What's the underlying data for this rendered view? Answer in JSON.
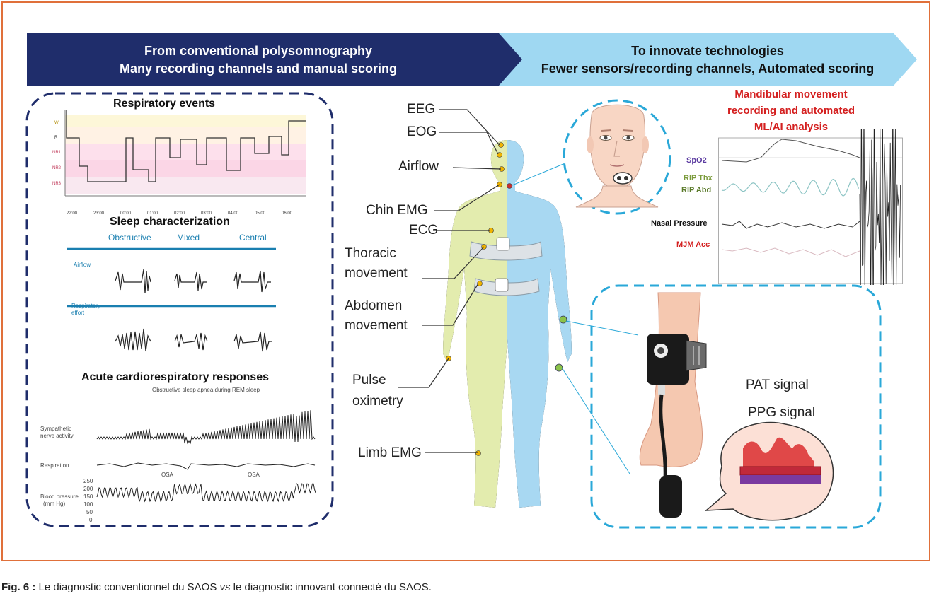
{
  "banner_left": {
    "line1": "From conventional polysomnography",
    "line2": "Many recording channels and manual scoring"
  },
  "banner_right": {
    "line1": "To innovate technologies",
    "line2": "Fewer sensors/recording channels, Automated scoring"
  },
  "left_panel": {
    "respiratory_title": "Respiratory  events",
    "resp_y_labels": [
      "W",
      "R",
      "NR1",
      "NR2",
      "NR3"
    ],
    "resp_x_ticks": [
      "22:00",
      "23:00",
      "00:00",
      "01:00",
      "02:00",
      "03:00",
      "04:00",
      "05:00",
      "06:00"
    ],
    "sleep_title": "Sleep characterization",
    "sleep_columns": [
      "Obstructive",
      "Mixed",
      "Central"
    ],
    "airflow_label": "Airflow",
    "effort_label_1": "Respiratory",
    "effort_label_2": "effort",
    "acute_title": "Acute cardiorespiratory  responses",
    "acute_subtitle": "Obstructive sleep apnea during REM sleep",
    "sympathetic_1": "Sympathetic",
    "sympathetic_2": "nerve activity",
    "respiration_label": "Respiration",
    "osa_1": "OSA",
    "osa_2": "OSA",
    "bp_1": "Blood pressure",
    "bp_2": "(mm Hg)",
    "bp_ticks": [
      "250",
      "200",
      "150",
      "100",
      "50",
      "0"
    ]
  },
  "body_labels": {
    "eeg": "EEG",
    "eog": "EOG",
    "airflow": "Airflow",
    "chin_emg": "Chin EMG",
    "ecg": "ECG",
    "thoracic_1": "Thoracic",
    "thoracic_2": "movement",
    "abdomen_1": "Abdomen",
    "abdomen_2": "movement",
    "pulse_1": "Pulse",
    "pulse_2": "oximetry",
    "limb_emg": "Limb EMG"
  },
  "right_top": {
    "title_1": "Mandibular  movement",
    "title_2": "recording and automated",
    "title_3": "ML/AI analysis",
    "spo2": "SpO2",
    "rip_thx": "RIP Thx",
    "rip_abd": "RIP Abd",
    "nasal": "Nasal Pressure",
    "mjm": "MJM Acc"
  },
  "right_bottom": {
    "pat": "PAT signal",
    "ppg": "PPG signal"
  },
  "caption": {
    "bold": "Fig. 6 :",
    "text": " Le diagnostic conventionnel du SAOS ",
    "italic": "vs",
    "text2": " le diagnostic innovant connecté du SAOS."
  },
  "colors": {
    "banner_dark": "#1f2d6b",
    "banner_light": "#9fd8f2",
    "frame": "#e0703a",
    "body_left": "#e3ecae",
    "body_right": "#a8d8f2",
    "dash_left": "#1f2d6b",
    "dash_right": "#2aa8d8",
    "red_title": "#d42020"
  }
}
